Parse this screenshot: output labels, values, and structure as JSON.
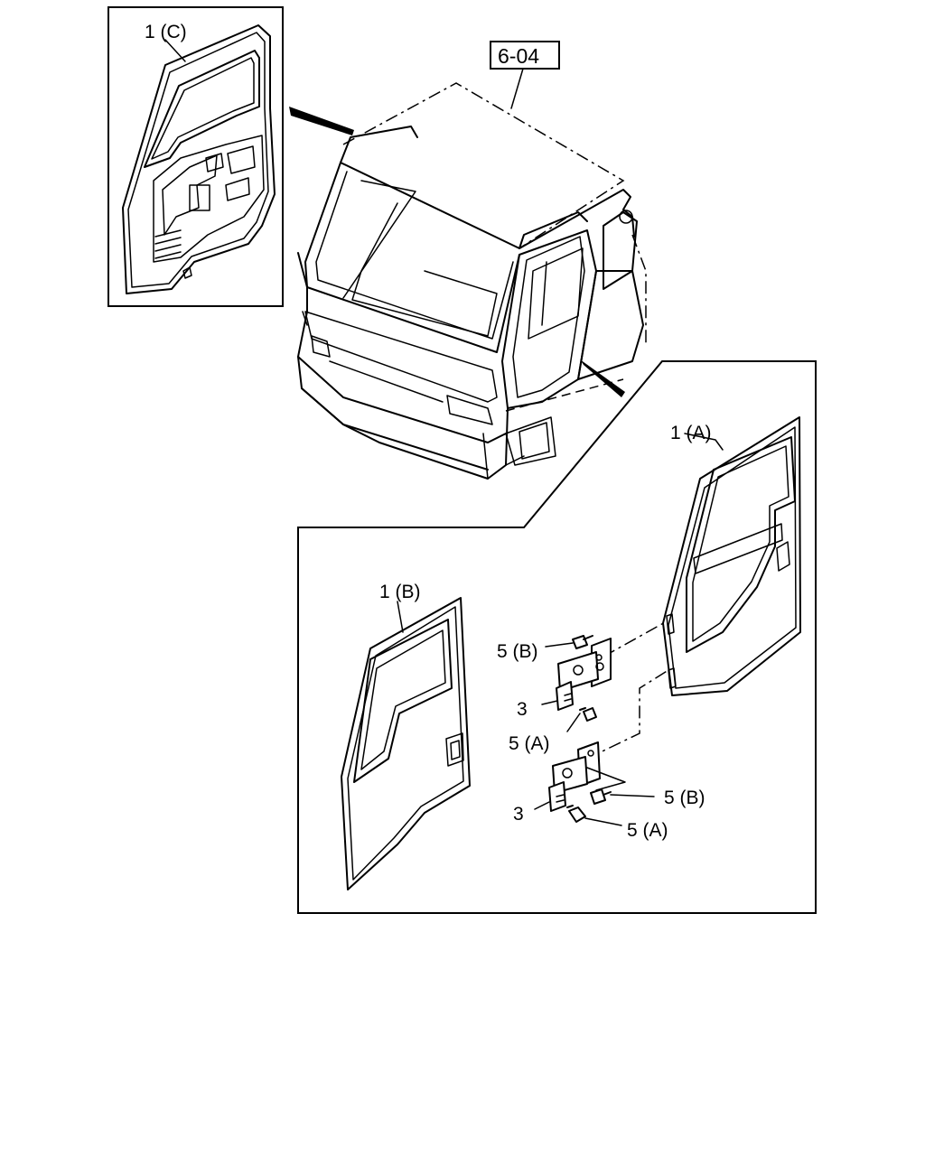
{
  "labels": {
    "part_1c": "1 (C)",
    "part_1a": "1 (A)",
    "part_1b": "1 (B)",
    "ref_box": "6-04",
    "bolt_5b_upper": "5 (B)",
    "hinge_3_upper": "3",
    "bolt_5a_upper": "5 (A)",
    "bolt_5b_lower": "5 (B)",
    "hinge_3_lower": "3",
    "bolt_5a_lower": "5 (A)"
  }
}
